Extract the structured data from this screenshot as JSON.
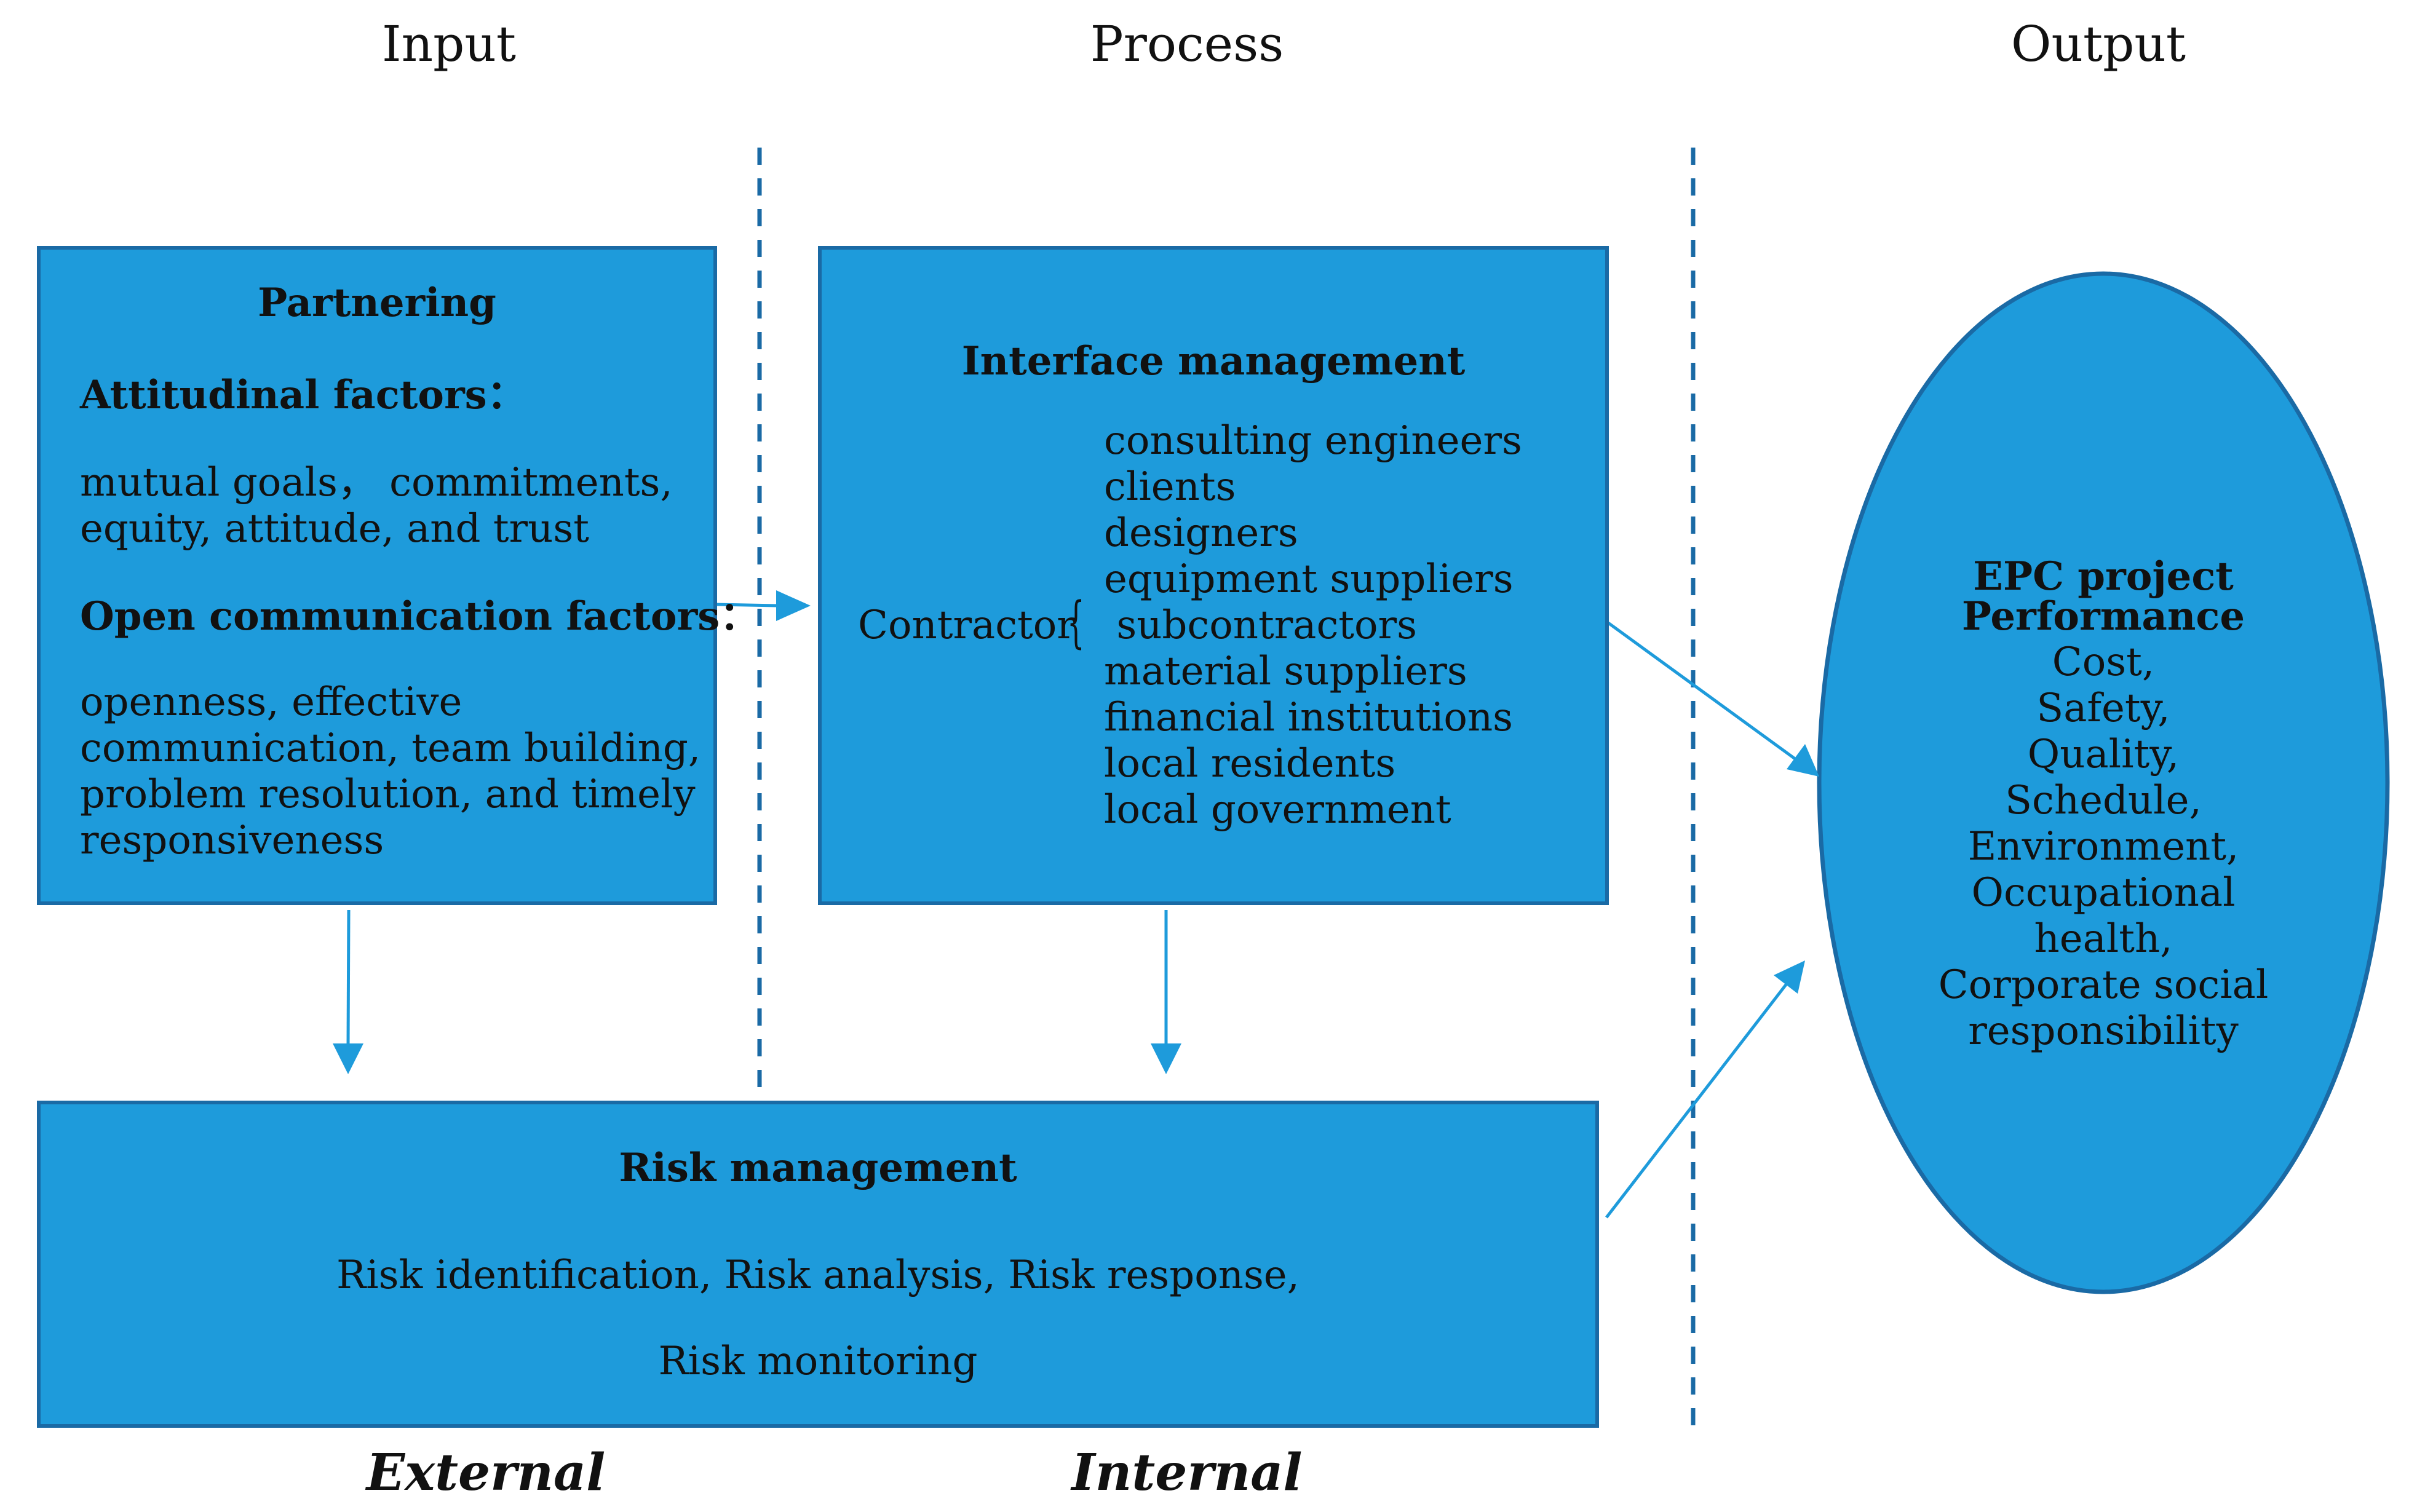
{
  "headings": {
    "input": "Input",
    "process": "Process",
    "output": "Output"
  },
  "footer": {
    "external": "External",
    "internal": "Internal"
  },
  "partnering": {
    "title": "Partnering",
    "attitudinal_heading": "Attitudinal factors：",
    "attitudinal_lines": [
      "mutual goals， commitments,",
      "equity, attitude, and trust"
    ],
    "open_heading": "Open communication factors：",
    "open_lines": [
      "openness, effective",
      "communication, team building,",
      "problem resolution, and timely",
      "responsiveness"
    ]
  },
  "interface": {
    "title": "Interface management",
    "contractor": "Contractor",
    "brace": "{",
    "stakeholders": [
      "consulting engineers",
      "clients",
      "designers",
      "equipment suppliers",
      " subcontractors",
      "material suppliers",
      "financial institutions",
      "local residents",
      "local government"
    ]
  },
  "risk": {
    "title": "Risk management",
    "line1": "Risk identification, Risk analysis, Risk response,",
    "line2": "Risk monitoring"
  },
  "performance": {
    "title_line1": "EPC project",
    "title_line2": "Performance",
    "items": [
      "Cost,",
      "Safety,",
      "Quality,",
      "Schedule,",
      "Environment,",
      "Occupational",
      "health,",
      "Corporate social",
      "responsibility"
    ]
  },
  "colors": {
    "box_fill": "#1e9bdb",
    "box_border": "#1a6aa5",
    "arrow": "#1e9bdb",
    "divider": "#1a6aa5"
  }
}
